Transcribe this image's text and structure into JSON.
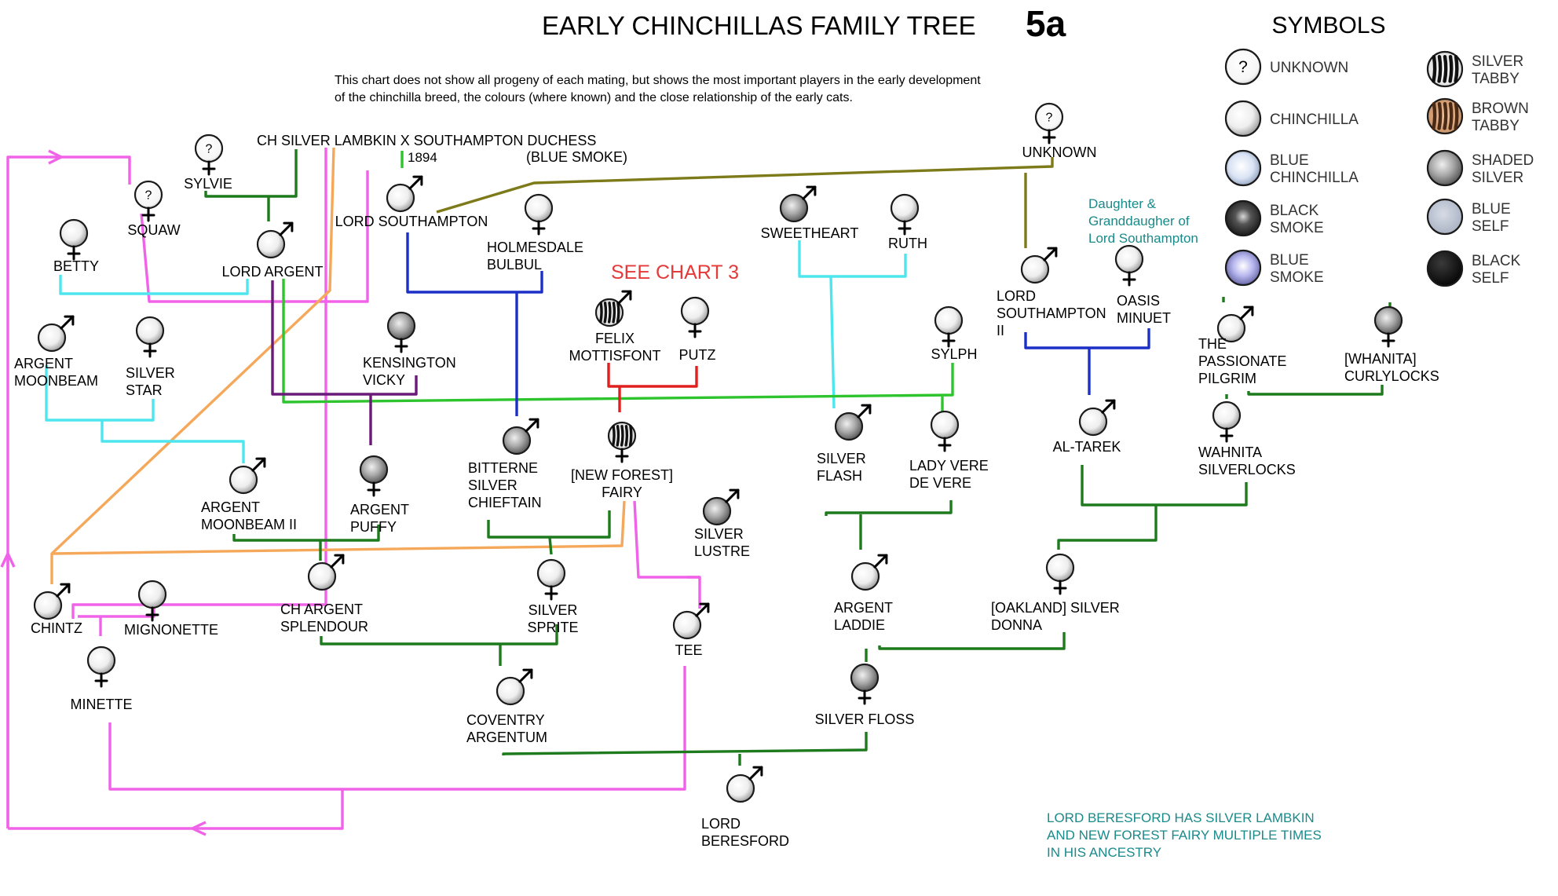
{
  "title": "EARLY CHINCHILLAS FAMILY TREE",
  "chart_no": "5a",
  "intro": [
    "This chart does not show all progeny of each mating, but shows the most important players in the early development",
    "of the chinchilla breed, the colours (where known) and the close relationship of the early cats."
  ],
  "symbols_title": "SYMBOLS",
  "colors": {
    "magenta": "#f062e8",
    "orange": "#f5a85a",
    "cyan": "#4de6ee",
    "green": "#2ec42e",
    "dark_green": "#1d7a1d",
    "blue": "#1c30c8",
    "purple": "#6a1a78",
    "red": "#e01f1f",
    "olive": "#7d7a1a",
    "teal_text": "#1a8a8a",
    "red_text": "#e53a3a"
  },
  "legend": [
    {
      "id": "unknown",
      "label": [
        "UNKNOWN"
      ],
      "icon": "unknown"
    },
    {
      "id": "chinchilla",
      "label": [
        "CHINCHILLA"
      ],
      "icon": "chinchilla"
    },
    {
      "id": "blue_chinchilla",
      "label": [
        "BLUE",
        "CHINCHILLA"
      ],
      "icon": "blue_chinchilla"
    },
    {
      "id": "black_smoke",
      "label": [
        "BLACK",
        "SMOKE"
      ],
      "icon": "black_smoke"
    },
    {
      "id": "blue_smoke",
      "label": [
        "BLUE",
        "SMOKE"
      ],
      "icon": "blue_smoke"
    },
    {
      "id": "silver_tabby",
      "label": [
        "SILVER",
        "TABBY"
      ],
      "icon": "silver_tabby"
    },
    {
      "id": "brown_tabby",
      "label": [
        "BROWN",
        "TABBY"
      ],
      "icon": "brown_tabby"
    },
    {
      "id": "shaded_silver",
      "label": [
        "SHADED",
        "SILVER"
      ],
      "icon": "shaded_silver"
    },
    {
      "id": "blue_self",
      "label": [
        "BLUE",
        "SELF"
      ],
      "icon": "blue_self"
    },
    {
      "id": "black_self",
      "label": [
        "BLACK",
        "SELF"
      ],
      "icon": "black_self"
    }
  ],
  "notes": {
    "top_mating": "CH SILVER LAMBKIN X SOUTHAMPTON DUCHESS",
    "year": "1894",
    "blue_smoke": "(BLUE SMOKE)",
    "see_chart": "SEE CHART 3",
    "daughter": [
      "Daughter &",
      "Granddaugher of",
      "Lord Southampton"
    ],
    "beresford": [
      "LORD BERESFORD HAS SILVER LAMBKIN",
      "AND NEW FOREST FAIRY MULTIPLE TIMES",
      "IN HIS ANCESTRY"
    ]
  },
  "cats": [
    {
      "id": "sylvie",
      "name": [
        "SYLVIE"
      ],
      "sex": "F",
      "icon": "unknown"
    },
    {
      "id": "squaw",
      "name": [
        "SQUAW"
      ],
      "sex": "F",
      "icon": "unknown"
    },
    {
      "id": "betty",
      "name": [
        "BETTY"
      ],
      "sex": "F",
      "icon": "chinchilla"
    },
    {
      "id": "lord_argent",
      "name": [
        "LORD ARGENT"
      ],
      "sex": "M",
      "icon": "chinchilla"
    },
    {
      "id": "lord_southampton",
      "name": [
        "LORD SOUTHAMPTON"
      ],
      "sex": "M",
      "icon": "chinchilla"
    },
    {
      "id": "holmesdale_bulbul",
      "name": [
        "HOLMESDALE",
        "BULBUL"
      ],
      "sex": "F",
      "icon": "chinchilla"
    },
    {
      "id": "unknown_dam",
      "name": [
        "UNKNOWN"
      ],
      "sex": "F",
      "icon": "unknown"
    },
    {
      "id": "sweetheart",
      "name": [
        "SWEETHEART"
      ],
      "sex": "M",
      "icon": "shaded_silver"
    },
    {
      "id": "ruth",
      "name": [
        "RUTH"
      ],
      "sex": "F",
      "icon": "chinchilla"
    },
    {
      "id": "argent_moonbeam",
      "name": [
        "ARGENT",
        "MOONBEAM"
      ],
      "sex": "M",
      "icon": "chinchilla"
    },
    {
      "id": "silver_star",
      "name": [
        "SILVER",
        "STAR"
      ],
      "sex": "F",
      "icon": "chinchilla"
    },
    {
      "id": "kensington_vicky",
      "name": [
        "KENSINGTON",
        "VICKY"
      ],
      "sex": "F",
      "icon": "shaded_silver"
    },
    {
      "id": "felix_mottisfont",
      "name": [
        "FELIX",
        "MOTTISFONT"
      ],
      "sex": "M",
      "icon": "silver_tabby"
    },
    {
      "id": "putz",
      "name": [
        "PUTZ"
      ],
      "sex": "F",
      "icon": "chinchilla"
    },
    {
      "id": "lord_southampton_ii",
      "name": [
        "LORD",
        "SOUTHAMPTON",
        "II"
      ],
      "sex": "M",
      "icon": "chinchilla"
    },
    {
      "id": "oasis_minuet",
      "name": [
        "OASIS",
        "MINUET"
      ],
      "sex": "F",
      "icon": "chinchilla"
    },
    {
      "id": "sylph",
      "name": [
        "SYLPH"
      ],
      "sex": "F",
      "icon": "chinchilla"
    },
    {
      "id": "passionate_pilgrim",
      "name": [
        "THE",
        "PASSIONATE",
        "PILGRIM"
      ],
      "sex": "M",
      "icon": "chinchilla"
    },
    {
      "id": "curlylocks",
      "name": [
        "[WHANITA]",
        "CURLYLOCKS"
      ],
      "sex": "F",
      "icon": "shaded_silver"
    },
    {
      "id": "argent_moonbeam_ii",
      "name": [
        "ARGENT",
        "MOONBEAM II"
      ],
      "sex": "M",
      "icon": "chinchilla"
    },
    {
      "id": "argent_puffy",
      "name": [
        "ARGENT",
        "PUFFY"
      ],
      "sex": "F",
      "icon": "shaded_silver"
    },
    {
      "id": "bitterne",
      "name": [
        "BITTERNE",
        "SILVER",
        "CHIEFTAIN"
      ],
      "sex": "M",
      "icon": "shaded_silver"
    },
    {
      "id": "new_forest_fairy",
      "name": [
        "[NEW FOREST]",
        "FAIRY"
      ],
      "sex": "F",
      "icon": "silver_tabby"
    },
    {
      "id": "silver_lustre",
      "name": [
        "SILVER",
        "LUSTRE"
      ],
      "sex": "M",
      "icon": "shaded_silver"
    },
    {
      "id": "silver_flash",
      "name": [
        "SILVER",
        "FLASH"
      ],
      "sex": "M",
      "icon": "shaded_silver"
    },
    {
      "id": "lady_vere",
      "name": [
        "LADY VERE",
        "DE VERE"
      ],
      "sex": "F",
      "icon": "chinchilla"
    },
    {
      "id": "al_tarek",
      "name": [
        "AL-TAREK"
      ],
      "sex": "M",
      "icon": "chinchilla"
    },
    {
      "id": "silverlocks",
      "name": [
        "WAHNITA",
        "SILVERLOCKS"
      ],
      "sex": "F",
      "icon": "chinchilla"
    },
    {
      "id": "chintz",
      "name": [
        "CHINTZ"
      ],
      "sex": "M",
      "icon": "chinchilla"
    },
    {
      "id": "mignonette",
      "name": [
        "MIGNONETTE"
      ],
      "sex": "F",
      "icon": "chinchilla"
    },
    {
      "id": "ch_argent_splendour",
      "name": [
        "CH ARGENT",
        "SPLENDOUR"
      ],
      "sex": "M",
      "icon": "chinchilla"
    },
    {
      "id": "silver_sprite",
      "name": [
        "SILVER",
        "SPRITE"
      ],
      "sex": "F",
      "icon": "chinchilla"
    },
    {
      "id": "tee",
      "name": [
        "TEE"
      ],
      "sex": "M",
      "icon": "chinchilla"
    },
    {
      "id": "argent_laddie",
      "name": [
        "ARGENT",
        "LADDIE"
      ],
      "sex": "M",
      "icon": "chinchilla"
    },
    {
      "id": "oakland_donna",
      "name": [
        "[OAKLAND] SILVER",
        "DONNA"
      ],
      "sex": "F",
      "icon": "chinchilla"
    },
    {
      "id": "minette",
      "name": [
        "MINETTE"
      ],
      "sex": "F",
      "icon": "chinchilla"
    },
    {
      "id": "coventry_argentum",
      "name": [
        "COVENTRY",
        "ARGENTUM"
      ],
      "sex": "M",
      "icon": "chinchilla"
    },
    {
      "id": "silver_floss",
      "name": [
        "SILVER FLOSS"
      ],
      "sex": "F",
      "icon": "shaded_silver"
    },
    {
      "id": "lord_beresford",
      "name": [
        "LORD",
        "BERESFORD"
      ],
      "sex": "M",
      "icon": "chinchilla"
    }
  ]
}
